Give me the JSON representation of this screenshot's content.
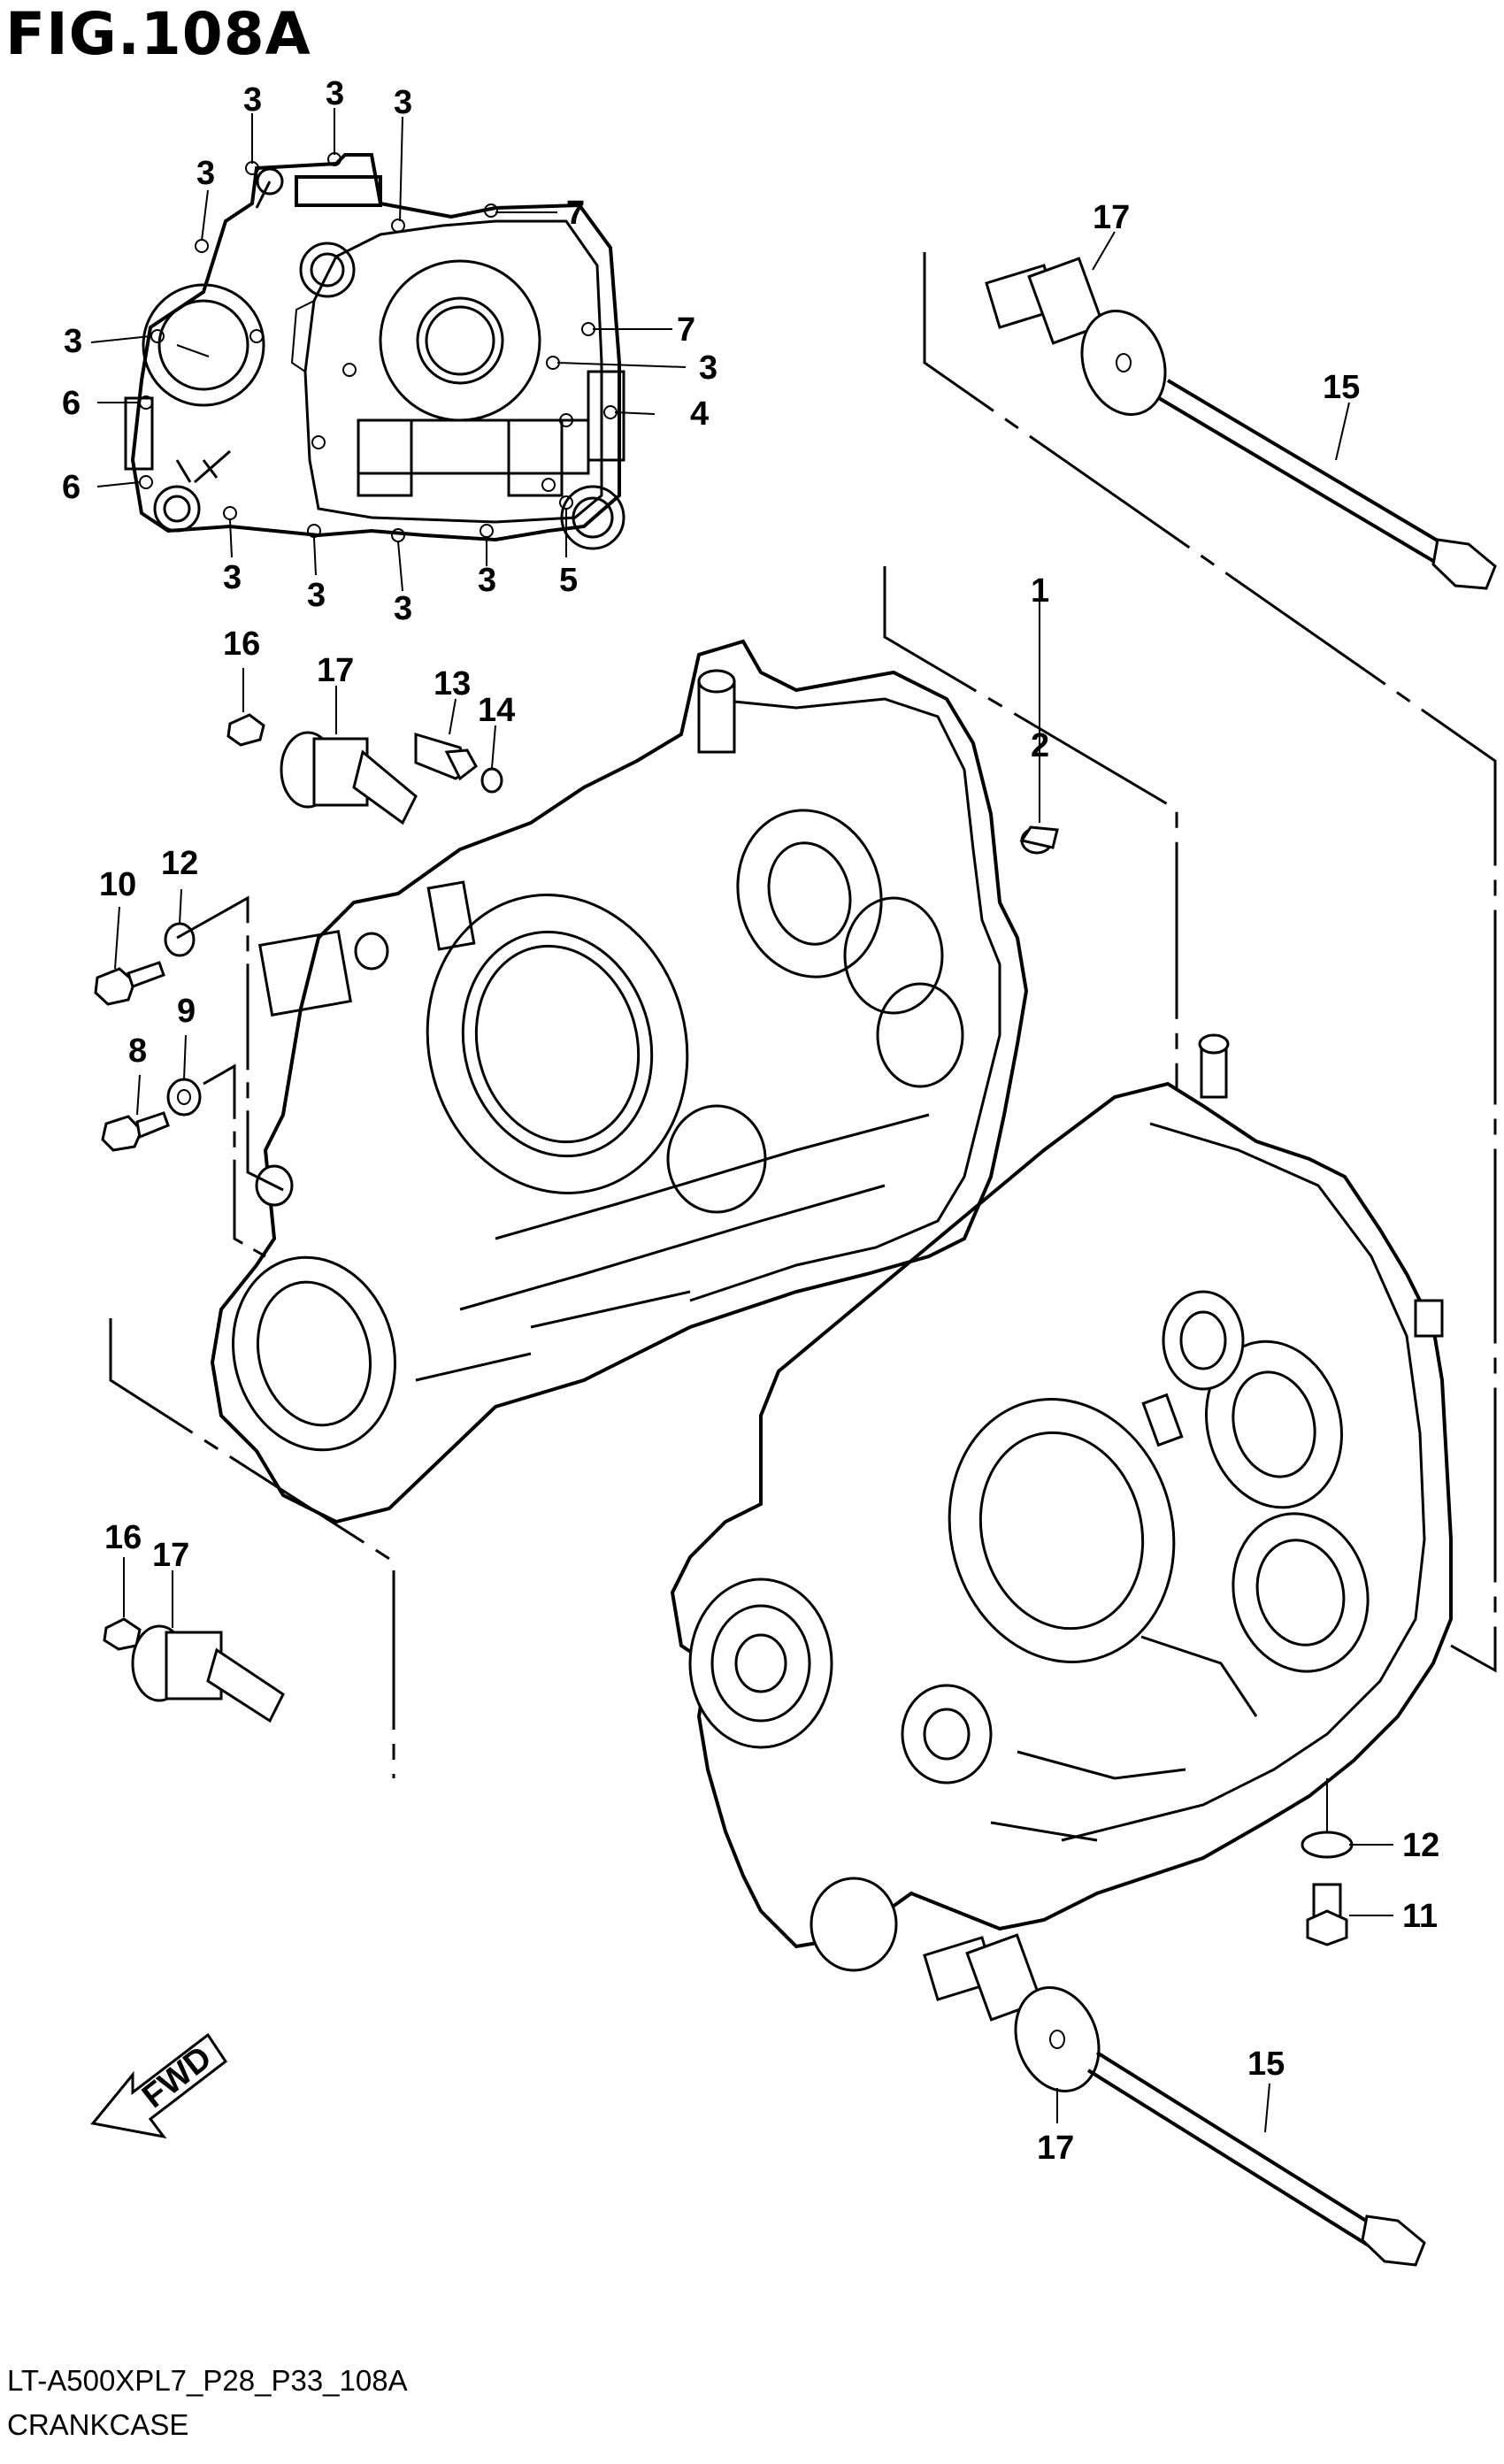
{
  "figure": {
    "title": "FIG.108A",
    "code": "LT-A500XPL7_P28_P33_108A",
    "name": "CRANKCASE"
  },
  "direction_marker": {
    "label": "FWD",
    "icon": "arrow-left-down-icon"
  },
  "callouts": [
    {
      "id": "c1",
      "text": "3"
    },
    {
      "id": "c2",
      "text": "3"
    },
    {
      "id": "c3",
      "text": "3"
    },
    {
      "id": "c4",
      "text": "3"
    },
    {
      "id": "c5",
      "text": "7"
    },
    {
      "id": "c6",
      "text": "3"
    },
    {
      "id": "c7",
      "text": "7"
    },
    {
      "id": "c8",
      "text": "3"
    },
    {
      "id": "c9",
      "text": "6"
    },
    {
      "id": "c10",
      "text": "4"
    },
    {
      "id": "c11",
      "text": "6"
    },
    {
      "id": "c12",
      "text": "3"
    },
    {
      "id": "c13",
      "text": "3"
    },
    {
      "id": "c14",
      "text": "3"
    },
    {
      "id": "c15",
      "text": "3"
    },
    {
      "id": "c16",
      "text": "5"
    },
    {
      "id": "c17",
      "text": "17"
    },
    {
      "id": "c18",
      "text": "15"
    },
    {
      "id": "c19",
      "text": "1"
    },
    {
      "id": "c20",
      "text": "2"
    },
    {
      "id": "c21",
      "text": "16"
    },
    {
      "id": "c22",
      "text": "17"
    },
    {
      "id": "c23",
      "text": "13"
    },
    {
      "id": "c24",
      "text": "14"
    },
    {
      "id": "c25",
      "text": "10"
    },
    {
      "id": "c26",
      "text": "12"
    },
    {
      "id": "c27",
      "text": "9"
    },
    {
      "id": "c28",
      "text": "8"
    },
    {
      "id": "c29",
      "text": "16"
    },
    {
      "id": "c30",
      "text": "17"
    },
    {
      "id": "c31",
      "text": "12"
    },
    {
      "id": "c32",
      "text": "11"
    },
    {
      "id": "c33",
      "text": "15"
    },
    {
      "id": "c34",
      "text": "17"
    }
  ]
}
